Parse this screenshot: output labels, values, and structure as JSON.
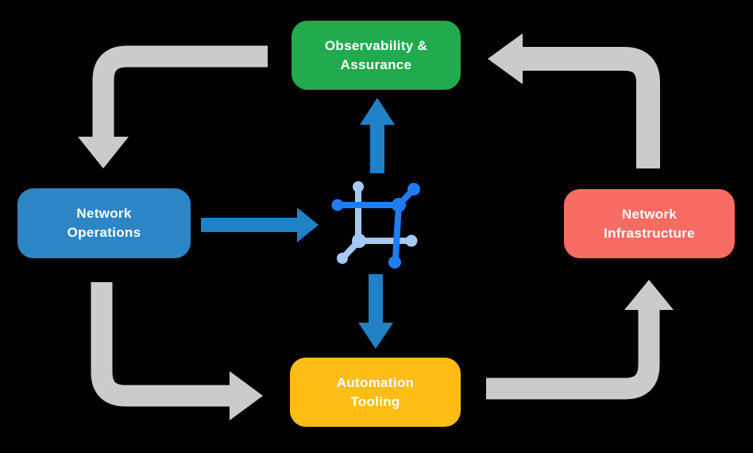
{
  "colors": {
    "bg": "#000000",
    "green": "#22AA4E",
    "blue": "#2C86C5",
    "red": "#F96C63",
    "yellow": "#FDBD14",
    "arrow-blue": "#2181C6",
    "gray": "#CBCBCB",
    "icon-dark": "#1F7CF2",
    "icon-light": "#A6C8F5",
    "text": "#FFFFFF"
  },
  "nodes": {
    "observability": {
      "label": "Observability &\nAssurance"
    },
    "operations": {
      "label": "Network\nOperations"
    },
    "infrastructure": {
      "label": "Network\nInfrastructure"
    },
    "automation": {
      "label": "Automation\nTooling"
    }
  },
  "center_icon": {
    "name": "network-platform-icon"
  },
  "flows": [
    {
      "from": "observability",
      "to": "operations",
      "style": "gray-elbow"
    },
    {
      "from": "operations",
      "to": "automation",
      "style": "gray-elbow"
    },
    {
      "from": "automation",
      "to": "infrastructure",
      "style": "gray-elbow"
    },
    {
      "from": "infrastructure",
      "to": "observability",
      "style": "gray-elbow"
    },
    {
      "from": "operations",
      "to": "center-icon",
      "style": "blue-straight"
    },
    {
      "from": "center-icon",
      "to": "observability",
      "style": "blue-straight"
    },
    {
      "from": "center-icon",
      "to": "automation",
      "style": "blue-straight"
    }
  ]
}
